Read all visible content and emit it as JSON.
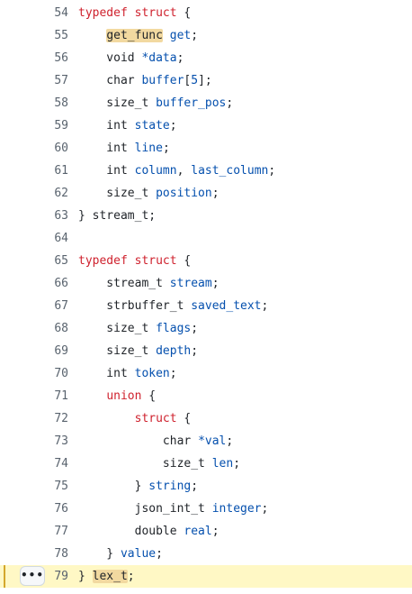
{
  "more_button_glyph": "•••",
  "lines": [
    {
      "n": "54",
      "tokens": [
        {
          "t": "typedef",
          "c": "kw"
        },
        {
          "t": " "
        },
        {
          "t": "struct",
          "c": "kw"
        },
        {
          "t": " {"
        }
      ]
    },
    {
      "n": "55",
      "tokens": [
        {
          "t": "    "
        },
        {
          "t": "get_func",
          "c": "mark"
        },
        {
          "t": " "
        },
        {
          "t": "get",
          "c": "id"
        },
        {
          "t": ";"
        }
      ]
    },
    {
      "n": "56",
      "tokens": [
        {
          "t": "    void "
        },
        {
          "t": "*data",
          "c": "id"
        },
        {
          "t": ";"
        }
      ]
    },
    {
      "n": "57",
      "tokens": [
        {
          "t": "    char "
        },
        {
          "t": "buffer",
          "c": "id"
        },
        {
          "t": "["
        },
        {
          "t": "5",
          "c": "id"
        },
        {
          "t": "];"
        }
      ]
    },
    {
      "n": "58",
      "tokens": [
        {
          "t": "    size_t "
        },
        {
          "t": "buffer_pos",
          "c": "id"
        },
        {
          "t": ";"
        }
      ]
    },
    {
      "n": "59",
      "tokens": [
        {
          "t": "    int "
        },
        {
          "t": "state",
          "c": "id"
        },
        {
          "t": ";"
        }
      ]
    },
    {
      "n": "60",
      "tokens": [
        {
          "t": "    int "
        },
        {
          "t": "line",
          "c": "id"
        },
        {
          "t": ";"
        }
      ]
    },
    {
      "n": "61",
      "tokens": [
        {
          "t": "    int "
        },
        {
          "t": "column",
          "c": "id"
        },
        {
          "t": ", "
        },
        {
          "t": "last_column",
          "c": "id"
        },
        {
          "t": ";"
        }
      ]
    },
    {
      "n": "62",
      "tokens": [
        {
          "t": "    size_t "
        },
        {
          "t": "position",
          "c": "id"
        },
        {
          "t": ";"
        }
      ]
    },
    {
      "n": "63",
      "tokens": [
        {
          "t": "} stream_t;"
        }
      ]
    },
    {
      "n": "64",
      "tokens": []
    },
    {
      "n": "65",
      "tokens": [
        {
          "t": "typedef",
          "c": "kw"
        },
        {
          "t": " "
        },
        {
          "t": "struct",
          "c": "kw"
        },
        {
          "t": " {"
        }
      ]
    },
    {
      "n": "66",
      "tokens": [
        {
          "t": "    stream_t "
        },
        {
          "t": "stream",
          "c": "id"
        },
        {
          "t": ";"
        }
      ]
    },
    {
      "n": "67",
      "tokens": [
        {
          "t": "    strbuffer_t "
        },
        {
          "t": "saved_text",
          "c": "id"
        },
        {
          "t": ";"
        }
      ]
    },
    {
      "n": "68",
      "tokens": [
        {
          "t": "    size_t "
        },
        {
          "t": "flags",
          "c": "id"
        },
        {
          "t": ";"
        }
      ]
    },
    {
      "n": "69",
      "tokens": [
        {
          "t": "    size_t "
        },
        {
          "t": "depth",
          "c": "id"
        },
        {
          "t": ";"
        }
      ]
    },
    {
      "n": "70",
      "tokens": [
        {
          "t": "    int "
        },
        {
          "t": "token",
          "c": "id"
        },
        {
          "t": ";"
        }
      ]
    },
    {
      "n": "71",
      "tokens": [
        {
          "t": "    "
        },
        {
          "t": "union",
          "c": "kw"
        },
        {
          "t": " {"
        }
      ]
    },
    {
      "n": "72",
      "tokens": [
        {
          "t": "        "
        },
        {
          "t": "struct",
          "c": "kw"
        },
        {
          "t": " {"
        }
      ]
    },
    {
      "n": "73",
      "tokens": [
        {
          "t": "            char "
        },
        {
          "t": "*val",
          "c": "id"
        },
        {
          "t": ";"
        }
      ]
    },
    {
      "n": "74",
      "tokens": [
        {
          "t": "            size_t "
        },
        {
          "t": "len",
          "c": "id"
        },
        {
          "t": ";"
        }
      ]
    },
    {
      "n": "75",
      "tokens": [
        {
          "t": "        } "
        },
        {
          "t": "string",
          "c": "id"
        },
        {
          "t": ";"
        }
      ]
    },
    {
      "n": "76",
      "tokens": [
        {
          "t": "        json_int_t "
        },
        {
          "t": "integer",
          "c": "id"
        },
        {
          "t": ";"
        }
      ]
    },
    {
      "n": "77",
      "tokens": [
        {
          "t": "        double "
        },
        {
          "t": "real",
          "c": "id"
        },
        {
          "t": ";"
        }
      ]
    },
    {
      "n": "78",
      "tokens": [
        {
          "t": "    } "
        },
        {
          "t": "value",
          "c": "id"
        },
        {
          "t": ";"
        }
      ]
    },
    {
      "n": "79",
      "highlighted": true,
      "tokens": [
        {
          "t": "} "
        },
        {
          "t": "lex_t",
          "c": "mark"
        },
        {
          "t": ";"
        }
      ]
    }
  ]
}
